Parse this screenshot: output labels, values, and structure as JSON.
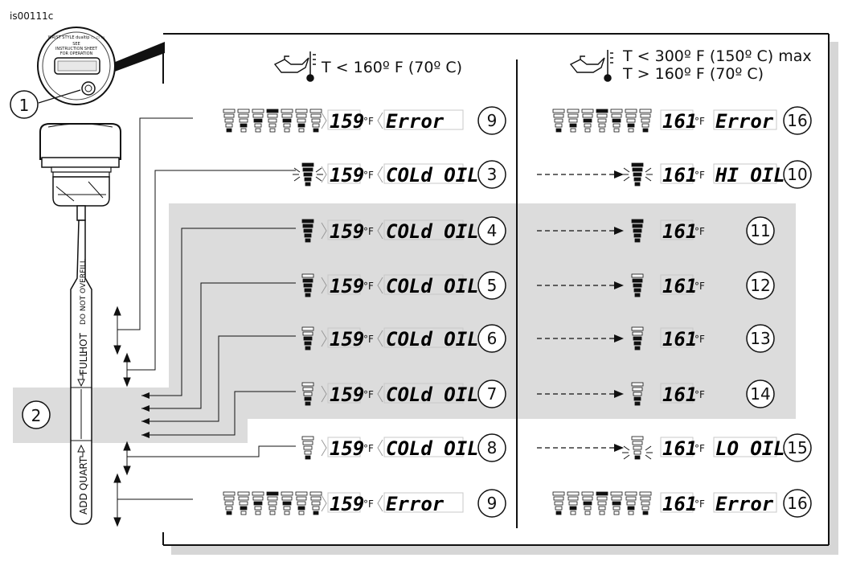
{
  "figure_id": "is00111c",
  "headers": {
    "left": "T < 160º F (70º C)",
    "right_line1": "T < 300º F (150º C) max",
    "right_line2": "T > 160º F (70º C)"
  },
  "callouts": {
    "cap_button": "1",
    "dipstick_range": "2"
  },
  "dipstick": {
    "do_not_overfill": "DO NOT OVERFILL",
    "full": "FULL",
    "hot": "HOT",
    "add": "ADD",
    "quart": "QUART"
  },
  "gauge_face": {
    "line1": "WRIST STYLE dualtip ▭ ▭ ▭",
    "line2": "SEE",
    "line3": "INSTRUCTION SHEET",
    "line4": "FOR OPERATION"
  },
  "degree_unit": "°F",
  "rows": [
    {
      "left_bars": "strip-high",
      "left_temp": "159",
      "left_msg": "Error",
      "left_num": "9",
      "right_bars": "strip-high",
      "right_temp": "161",
      "right_msg": "Error",
      "right_num": "16",
      "dashed": false
    },
    {
      "left_bars": "flash-full",
      "left_temp": "159",
      "left_msg": "COLd OIL",
      "left_num": "3",
      "right_bars": "flash-full",
      "right_temp": "161",
      "right_msg": "HI OIL",
      "right_num": "10",
      "dashed": true
    },
    {
      "left_bars": "5",
      "left_temp": "159",
      "left_msg": "COLd OIL",
      "left_num": "4",
      "right_bars": "5",
      "right_temp": "161",
      "right_msg": "",
      "right_num": "11",
      "dashed": true
    },
    {
      "left_bars": "4",
      "left_temp": "159",
      "left_msg": "COLd OIL",
      "left_num": "5",
      "right_bars": "4",
      "right_temp": "161",
      "right_msg": "",
      "right_num": "12",
      "dashed": true
    },
    {
      "left_bars": "3",
      "left_temp": "159",
      "left_msg": "COLd OIL",
      "left_num": "6",
      "right_bars": "3",
      "right_temp": "161",
      "right_msg": "",
      "right_num": "13",
      "dashed": true
    },
    {
      "left_bars": "2",
      "left_temp": "159",
      "left_msg": "COLd OIL",
      "left_num": "7",
      "right_bars": "2",
      "right_temp": "161",
      "right_msg": "",
      "right_num": "14",
      "dashed": true
    },
    {
      "left_bars": "1",
      "left_temp": "159",
      "left_msg": "COLd OIL",
      "left_num": "8",
      "right_bars": "flash-1",
      "right_temp": "161",
      "right_msg": "LO OIL",
      "right_num": "15",
      "dashed": true
    },
    {
      "left_bars": "strip-low",
      "left_temp": "159",
      "left_msg": "Error",
      "left_num": "9",
      "right_bars": "strip-low",
      "right_temp": "161",
      "right_msg": "Error",
      "right_num": "16",
      "dashed": false
    }
  ]
}
